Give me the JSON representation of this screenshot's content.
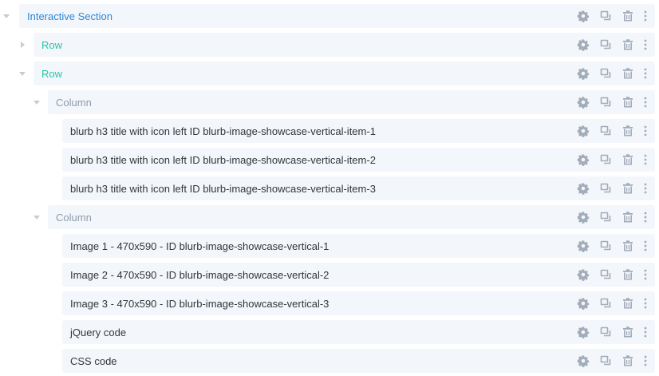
{
  "layers": [
    {
      "label": "Interactive Section",
      "level": "section",
      "expanded": true
    },
    {
      "label": "Row",
      "level": "row",
      "expanded": false
    },
    {
      "label": "Row",
      "level": "row",
      "expanded": true
    },
    {
      "label": "Column",
      "level": "column",
      "expanded": true
    },
    {
      "label": "blurb h3 title with icon left ID blurb-image-showcase-vertical-item-1",
      "level": "module"
    },
    {
      "label": "blurb h3 title with icon left ID blurb-image-showcase-vertical-item-2",
      "level": "module"
    },
    {
      "label": "blurb h3 title with icon left ID blurb-image-showcase-vertical-item-3",
      "level": "module"
    },
    {
      "label": "Column",
      "level": "column",
      "expanded": true
    },
    {
      "label": "Image 1 - 470x590 - ID blurb-image-showcase-vertical-1",
      "level": "module"
    },
    {
      "label": "Image 2 - 470x590 - ID blurb-image-showcase-vertical-2",
      "level": "module"
    },
    {
      "label": "Image 3 - 470x590 - ID blurb-image-showcase-vertical-3",
      "level": "module"
    },
    {
      "label": "jQuery code",
      "level": "module"
    },
    {
      "label": "CSS code",
      "level": "module"
    }
  ],
  "icons": {
    "settings": "gear-icon",
    "duplicate": "duplicate-icon",
    "delete": "trash-icon",
    "more": "more-vertical-icon",
    "expanded": "caret-down-icon",
    "collapsed": "caret-right-icon"
  },
  "colors": {
    "section": "#2b87da",
    "row": "#29c4a9",
    "column": "#8e9cae",
    "module": "#32373c",
    "bar_bg": "#f3f6fa",
    "icon": "#a3acb9"
  }
}
